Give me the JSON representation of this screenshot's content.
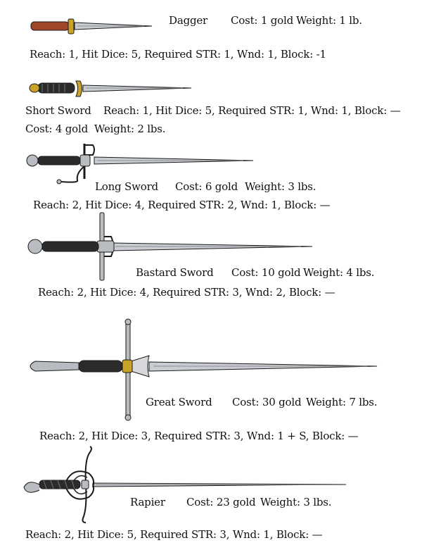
{
  "weapons": [
    {
      "name": "Dagger",
      "cost": "Cost: 1 gold",
      "weight": "Weight: 1 lb.",
      "stats": "Reach: 1, Hit Dice: 5, Required STR: 1, Wnd: 1, Block: -1"
    },
    {
      "name": "Short Sword",
      "cost": "Cost: 4 gold",
      "weight": "Weight: 2 lbs.",
      "stats": "Reach: 1, Hit Dice: 5, Required STR: 1, Wnd: 1, Block: —"
    },
    {
      "name": "Long Sword",
      "cost": "Cost: 6 gold",
      "weight": "Weight: 3 lbs.",
      "stats": "Reach: 2, Hit Dice: 4, Required STR: 2, Wnd: 1, Block: —"
    },
    {
      "name": "Bastard Sword",
      "cost": "Cost: 10 gold",
      "weight": "Weight: 4 lbs.",
      "stats": "Reach: 2, Hit Dice: 4, Required STR: 3, Wnd: 2, Block: —"
    },
    {
      "name": "Great Sword",
      "cost": "Cost: 30 gold",
      "weight": "Weight: 7 lbs.",
      "stats": "Reach: 2, Hit Dice: 3, Required STR: 3, Wnd: 1 + S, Block: —"
    },
    {
      "name": "Rapier",
      "cost": "Cost: 23 gold",
      "weight": "Weight: 3 lbs.",
      "stats": "Reach: 2, Hit Dice: 5, Required STR: 3, Wnd: 1, Block: —"
    }
  ],
  "colors": {
    "blade": "#c9ccd0",
    "blade_fluller": "#8b8f95",
    "outline": "#1a1a1a",
    "dagger_grip": "#a0472a",
    "brass": "#c9a227",
    "dark_grip": "#2b2b2b",
    "steel_fitting": "#b9bcc0"
  }
}
